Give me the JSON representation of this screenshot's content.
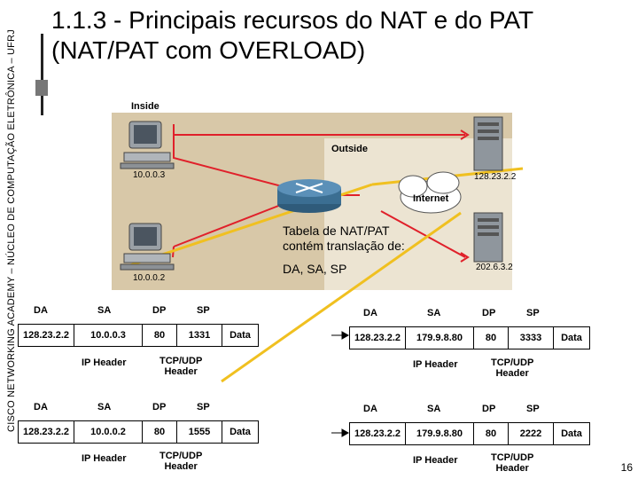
{
  "side_label": "CISCO NETWORKING ACADEMY – NÚCLEO DE COMPUTAÇÃO ELETRÔNICA – UFRJ",
  "title": "1.1.3 - Principais recursos do NAT e do PAT (NAT/PAT com OVERLOAD)",
  "diagram": {
    "inside_label": "Inside",
    "outside_label": "Outside",
    "internet_label": "Internet",
    "pc1_ip": "10.0.0.3",
    "pc2_ip": "10.0.0.2",
    "server1_ip": "128.23.2.2",
    "server2_ip": "202.6.3.2",
    "note_line1": "Tabela de NAT/PAT",
    "note_line2": "contém translação de:",
    "note_line3": "DA, SA, SP"
  },
  "packets": {
    "col_headers": [
      "DA",
      "SA",
      "DP",
      "SP"
    ],
    "left_top": [
      "128.23.2.2",
      "10.0.0.3",
      "80",
      "1331",
      "Data"
    ],
    "right_top": [
      "128.23.2.2",
      "179.9.8.80",
      "80",
      "3333",
      "Data"
    ],
    "left_bottom": [
      "128.23.2.2",
      "10.0.0.2",
      "80",
      "1555",
      "Data"
    ],
    "right_bottom": [
      "128.23.2.2",
      "179.9.8.80",
      "80",
      "2222",
      "Data"
    ],
    "ip_header": "IP Header",
    "tcp_header_line1": "TCP/UDP",
    "tcp_header_line2": "Header"
  },
  "page_number": "16",
  "colors": {
    "inside_bg": "#d8c8a8",
    "outside_bg": "#ece4d2",
    "red_line": "#e0202a",
    "yellow_line": "#f0c020"
  }
}
